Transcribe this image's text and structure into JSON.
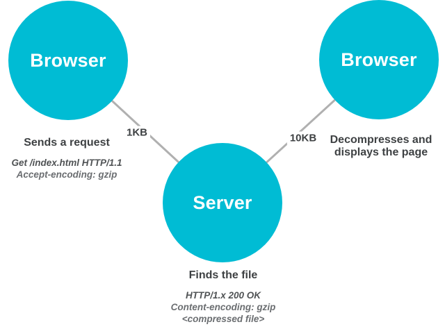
{
  "colors": {
    "node_fill": "#00bcd4",
    "node_text": "#ffffff",
    "edge_line": "#b0b0b0",
    "text_dark": "#3e4143",
    "text_light": "#6b6e71"
  },
  "nodes": [
    {
      "id": "browser-left",
      "label": "Browser"
    },
    {
      "id": "server",
      "label": "Server"
    },
    {
      "id": "browser-right",
      "label": "Browser"
    }
  ],
  "edges": [
    {
      "id": "request",
      "label": "1KB"
    },
    {
      "id": "response",
      "label": "10KB"
    }
  ],
  "annotations": {
    "left": {
      "title": "Sends a request",
      "line1": "Get /index.html HTTP/1.1",
      "line2": "Accept-encoding: gzip"
    },
    "server": {
      "title": "Finds the file",
      "line1": "HTTP/1.x 200 OK",
      "line2": "Content-encoding: gzip",
      "line3": "<compressed file>"
    },
    "right": {
      "title": "Decompresses and displays the page"
    }
  }
}
